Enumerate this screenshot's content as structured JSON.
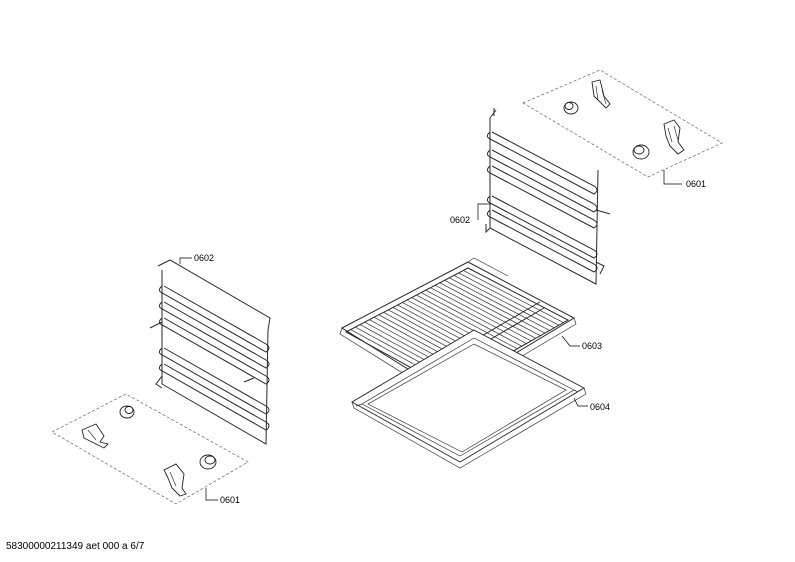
{
  "labels": {
    "top_right_clips": "0601",
    "right_rack": "0602",
    "left_rack": "0602",
    "wire_shelf": "0603",
    "baking_tray": "0604",
    "bottom_left_clips": "0601"
  },
  "footer": {
    "doc_id": "58300000211349 aet 000 a 6/7"
  }
}
